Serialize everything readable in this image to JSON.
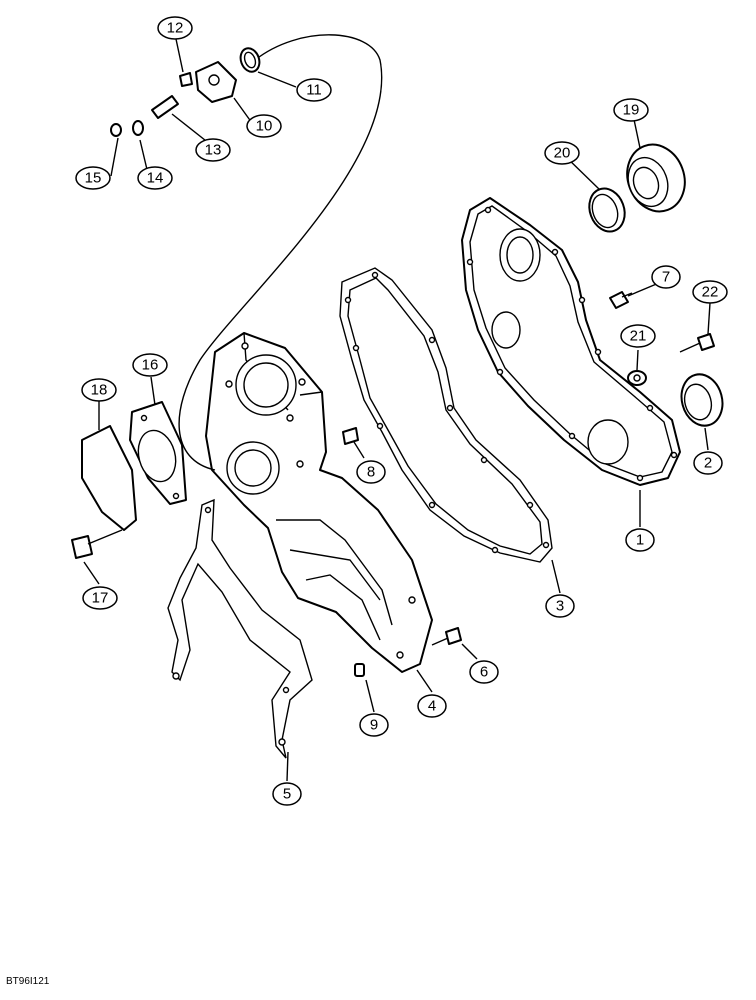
{
  "figure_code": "BT96I121",
  "callouts": [
    {
      "id": "1",
      "shape": "oval"
    },
    {
      "id": "2",
      "shape": "oval"
    },
    {
      "id": "3",
      "shape": "oval"
    },
    {
      "id": "4",
      "shape": "oval"
    },
    {
      "id": "5",
      "shape": "oval"
    },
    {
      "id": "6",
      "shape": "oval"
    },
    {
      "id": "7",
      "shape": "oval"
    },
    {
      "id": "8",
      "shape": "oval"
    },
    {
      "id": "9",
      "shape": "oval"
    },
    {
      "id": "10",
      "shape": "oval"
    },
    {
      "id": "11",
      "shape": "oval"
    },
    {
      "id": "12",
      "shape": "oval"
    },
    {
      "id": "13",
      "shape": "oval"
    },
    {
      "id": "14",
      "shape": "oval"
    },
    {
      "id": "15",
      "shape": "oval"
    },
    {
      "id": "16",
      "shape": "oval"
    },
    {
      "id": "17",
      "shape": "oval"
    },
    {
      "id": "18",
      "shape": "oval"
    },
    {
      "id": "19",
      "shape": "oval"
    },
    {
      "id": "20",
      "shape": "oval"
    },
    {
      "id": "21",
      "shape": "oval"
    },
    {
      "id": "22",
      "shape": "oval"
    }
  ]
}
